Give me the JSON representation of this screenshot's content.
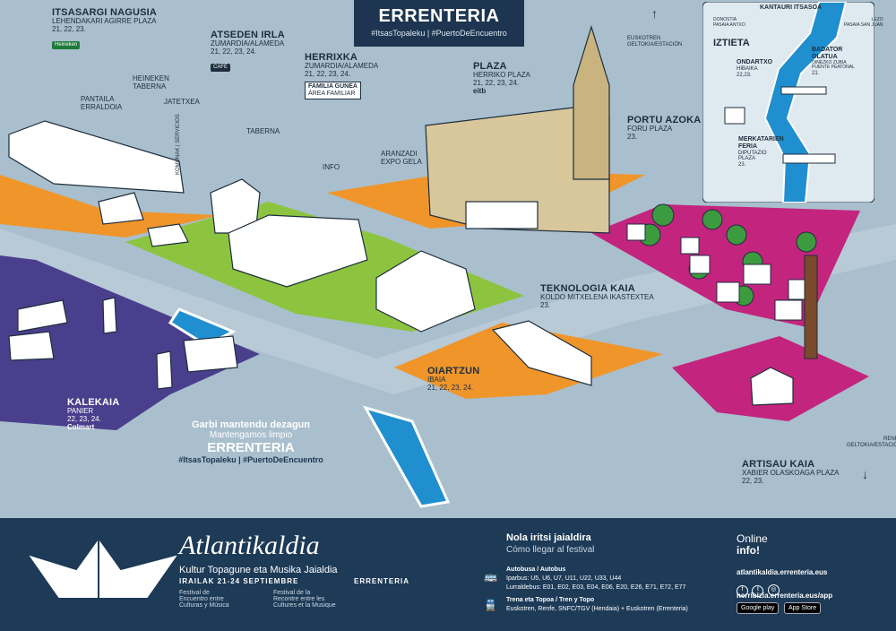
{
  "header": {
    "title": "ERRENTERIA",
    "hashtags": "#ItsasTopaleku | #PuertoDeEncuentro"
  },
  "locations": {
    "itsasargi": {
      "title": "ITSASARGI NAGUSIA",
      "sub": "LEHENDAKARI AGIRRE PLAZA",
      "days": "21, 22, 23.",
      "sponsor": "Heineken"
    },
    "pantaila": {
      "text": "PANTAILA\nERRALDOIA"
    },
    "heineken_taberna": {
      "text": "HEINEKEN\nTABERNA"
    },
    "jatetxea": {
      "text": "JATETXEA"
    },
    "komunak": {
      "text": "KOMUNAK | SERVICIOS"
    },
    "atseden": {
      "title": "ATSEDEN IRLA",
      "sub": "ZUMARDIA/ALAMEDA",
      "days": "21, 22, 23, 24.",
      "badge": "CAFÉ"
    },
    "taberna": {
      "text": "TABERNA"
    },
    "herrixka": {
      "title": "HERRIXKA",
      "sub": "ZUMARDIA/ALAMEDA",
      "days": "21, 22, 23, 24.",
      "familia": "FAMILIA GUNEA",
      "familia_es": "ÁREA FAMILIAR"
    },
    "info": {
      "text": "INFO"
    },
    "aranzadi": {
      "text": "ARANZADI\nEXPO GELA"
    },
    "plaza": {
      "title": "PLAZA",
      "sub": "HERRIKO PLAZA",
      "days": "21, 22, 23, 24.",
      "sponsor": "eitb"
    },
    "portu": {
      "title": "PORTU AZOKA",
      "sub": "FORU PLAZA",
      "days": "23."
    },
    "euskotren": {
      "text": "EUSKOTREN\nGELTOKIA/ESTACIÓN"
    },
    "teknologia": {
      "title": "TEKNOLOGIA KAIA",
      "sub": "KOLDO MITXELENA IKASTEXTEA",
      "days": "23."
    },
    "oiartzun": {
      "title": "OIARTZUN",
      "sub": "IBAIA",
      "days": "21, 22, 23, 24."
    },
    "kalekaia": {
      "title": "KALEKAIA",
      "sub": "PANIER",
      "days": "22, 23, 24.",
      "sponsor": "Colmart"
    },
    "artisau": {
      "title": "ARTISAU KAIA",
      "sub": "XABIER OLASKOAGA PLAZA",
      "days": "22, 23."
    },
    "renfe": {
      "text": "RENFE\nGELTOKIA/ESTACIÓN"
    }
  },
  "clean": {
    "line1": "Garbi mantendu dezagun",
    "line2": "Mantengamos limpio",
    "town": "ERRENTERIA",
    "tags": "#ItsasTopaleku | #PuertoDeEncuentro"
  },
  "inset": {
    "top": "KANTAURI ITSASOA",
    "title": "IZTIETA",
    "ondartxo": {
      "title": "ONDARTXO",
      "sub": "HIBAIKA",
      "days": "22,23."
    },
    "badator": {
      "title": "BADATOR OLATUA",
      "sub": "OINEZKO ZUBIA\nPUENTE PEATONAL",
      "days": "21."
    },
    "merkatarien": {
      "title": "MERKATARIEN FERIA",
      "sub": "DIPUTAZIO\nPLAZA",
      "days": "23."
    },
    "donostia": "DONOSTIA\nPASAIA ANTXO",
    "lezo": "LEZO\nPASAIA SAN JUAN"
  },
  "footer": {
    "brand": "Atlantikaldia",
    "subtitle": "Kultur Topagune eta Musika Jaialdia",
    "dates": "IRAILAK 21-24 SEPTIEMBRE",
    "town": "ERRENTERIA",
    "fest_es": "Festival de\nEncuentro entre\nCulturas y Música",
    "fest_fr": "Festival de la\nRecontre entre les\nCultures et la Musique",
    "how_title": "Nola iritsi jaialdira",
    "how_sub": "Cómo llegar al festival",
    "bus_title": "Autobusa / Autobus",
    "bus_line1": "Iparbus: U5, U6, U7, U11, U22, U33, U44",
    "bus_line2": "Lurraldebus: E01, E02, E03, E04, E06, E20, E26, E71, E72, E77",
    "train_title": "Trena eta Topoa / Tren y Topo",
    "train_line": "Euskotren, Renfe, SNFC/TGV (Hendaia) + Euskotren (Errenteria)",
    "online1": "Online",
    "online2": "info!",
    "url1": "atlantikaldia.errenteria.eus",
    "url2": "herribizia.errenteria.eus/app",
    "gplay": "Google play",
    "appstore": "App Store"
  },
  "colors": {
    "orange": "#f0952a",
    "green": "#8cc43f",
    "purple": "#4a3f8c",
    "magenta": "#c3247e",
    "navy": "#1d3a57",
    "river": "#1f8fd0"
  }
}
